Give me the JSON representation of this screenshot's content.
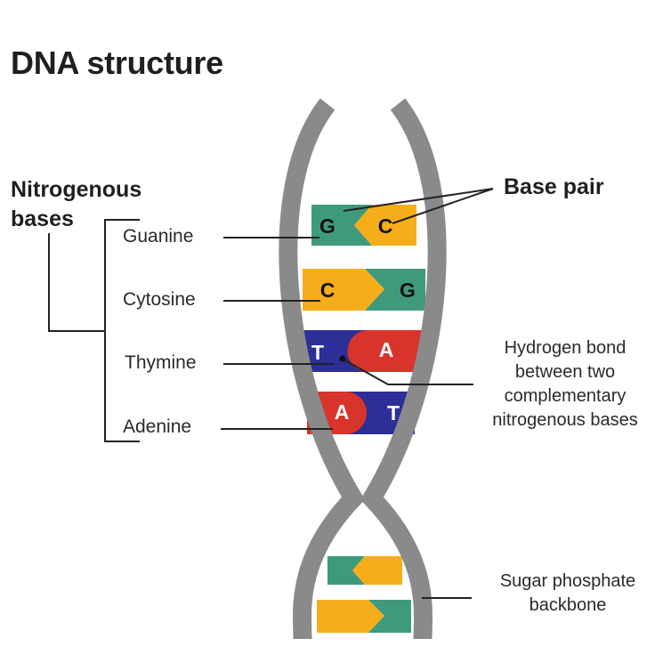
{
  "title": "DNA structure",
  "nitrogenous_heading": "Nitrogenous\nbases",
  "base_pair_label": "Base pair",
  "bases": {
    "guanine": "Guanine",
    "cytosine": "Cytosine",
    "thymine": "Thymine",
    "adenine": "Adenine"
  },
  "hydrogen_bond_label": "Hydrogen bond\nbetween two\ncomplementary\nnitrogenous bases",
  "backbone_label": "Sugar phosphate\nbackbone",
  "letters": {
    "G": "G",
    "C": "C",
    "T": "T",
    "A": "A"
  },
  "colors": {
    "backbone": "#8a8a8a",
    "guanine": "#3f9a7c",
    "cytosine": "#f6ad1a",
    "thymine": "#2b2f97",
    "adenine": "#d9342b",
    "line": "#222222"
  }
}
